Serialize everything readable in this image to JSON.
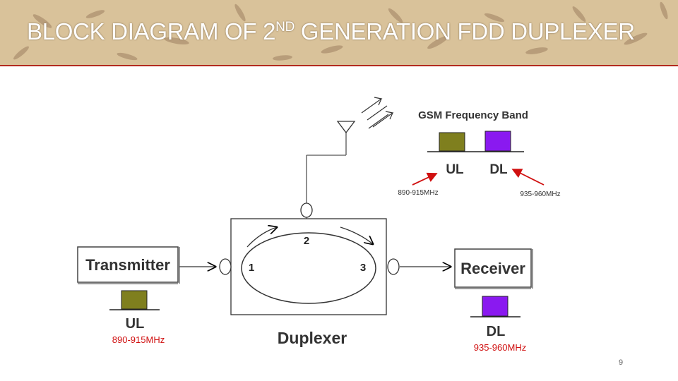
{
  "slide": {
    "title_prefix": "BLOCK DIAGRAM OF 2",
    "title_sup": "ND",
    "title_suffix": " GENERATION FDD  DUPLEXER",
    "page_number": "9"
  },
  "diagram": {
    "band_title": "GSM Frequency Band",
    "ul_label": "UL",
    "dl_label": "DL",
    "ul_freq": "890-915MHz",
    "dl_freq": "935-960MHz",
    "transmitter": "Transmitter",
    "receiver": "Receiver",
    "duplexer": "Duplexer",
    "port1": "1",
    "port2": "2",
    "port3": "3",
    "colors": {
      "ul": "#7f7f1e",
      "dl": "#8a19f0"
    }
  }
}
